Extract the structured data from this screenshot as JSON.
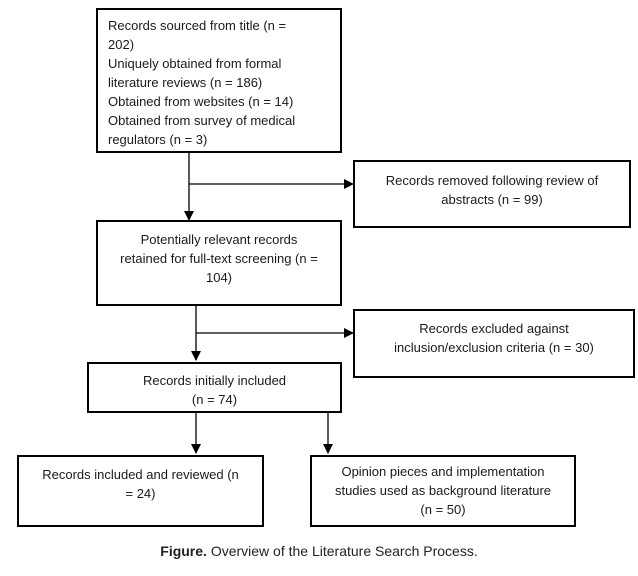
{
  "flowchart": {
    "sourced": {
      "lines": [
        "Records sourced from title (n =",
        "202)",
        "Uniquely obtained from formal",
        "literature reviews (n = 186)",
        "Obtained from websites (n = 14)",
        "Obtained from survey of medical",
        "regulators (n = 3)"
      ]
    },
    "removed": {
      "lines": [
        "Records removed following review of",
        "abstracts (n = 99)"
      ]
    },
    "retained": {
      "lines": [
        "Potentially relevant records",
        "retained for full-text screening (n =",
        "104)"
      ]
    },
    "excluded": {
      "lines": [
        "Records excluded against",
        "inclusion/exclusion criteria (n = 30)"
      ]
    },
    "initial": {
      "lines": [
        "Records initially included",
        "(n = 74)"
      ]
    },
    "reviewed": {
      "lines": [
        "Records included and reviewed (n",
        "= 24)"
      ]
    },
    "background": {
      "lines": [
        "Opinion pieces and implementation",
        "studies used as background literature",
        "(n = 50)"
      ]
    }
  },
  "caption": {
    "label": "Figure.",
    "text": " Overview of the Literature Search Process."
  }
}
